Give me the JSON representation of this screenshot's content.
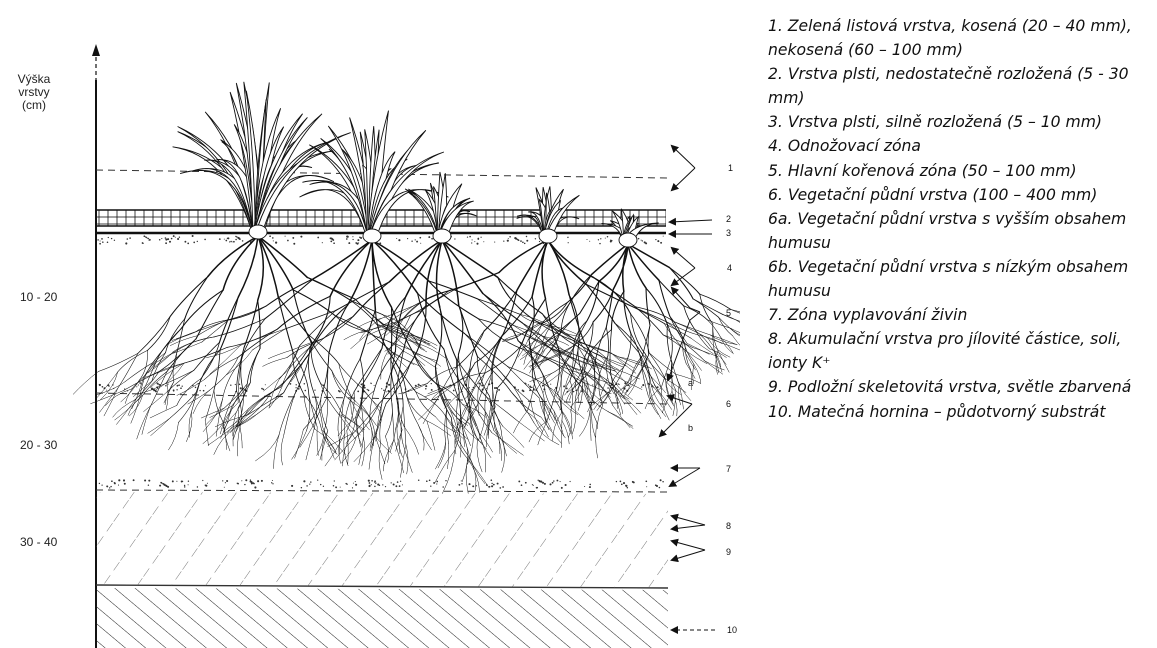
{
  "y_axis": {
    "label_lines": [
      "Výška",
      "vrstvy",
      "(cm)"
    ],
    "ticks": [
      "10 - 20",
      "20 - 30",
      "30 - 40"
    ]
  },
  "markers": [
    "1",
    "2",
    "3",
    "4",
    "5",
    "a",
    "6",
    "b",
    "7",
    "8",
    "9",
    "10"
  ],
  "legend": [
    "1.  Zelená listová vrstva, kosená (20 – 40 mm), nekosená (60 – 100 mm)",
    "2.  Vrstva plsti, nedostatečně rozložená (5 - 30 mm)",
    "3.  Vrstva plsti, silně rozložená (5 – 10 mm)",
    "4.  Odnožovací zóna",
    "5.  Hlavní kořenová zóna (50 – 100 mm)",
    "6.  Vegetační půdní vrstva (100 – 400 mm)",
    "6a. Vegetační půdní vrstva s vyšším obsahem humusu",
    "6b. Vegetační půdní vrstva s nízkým obsahem humusu",
    "7.  Zóna vyplavování živin",
    "8.  Akumulační vrstva pro jílovité částice, soli, ionty K⁺",
    "9.  Podložní skeletovitá vrstva, světle zbarvená",
    "10.  Matečná hornina – půdotvorný substrát"
  ],
  "colors": {
    "ink": "#111111",
    "background": "#ffffff"
  }
}
